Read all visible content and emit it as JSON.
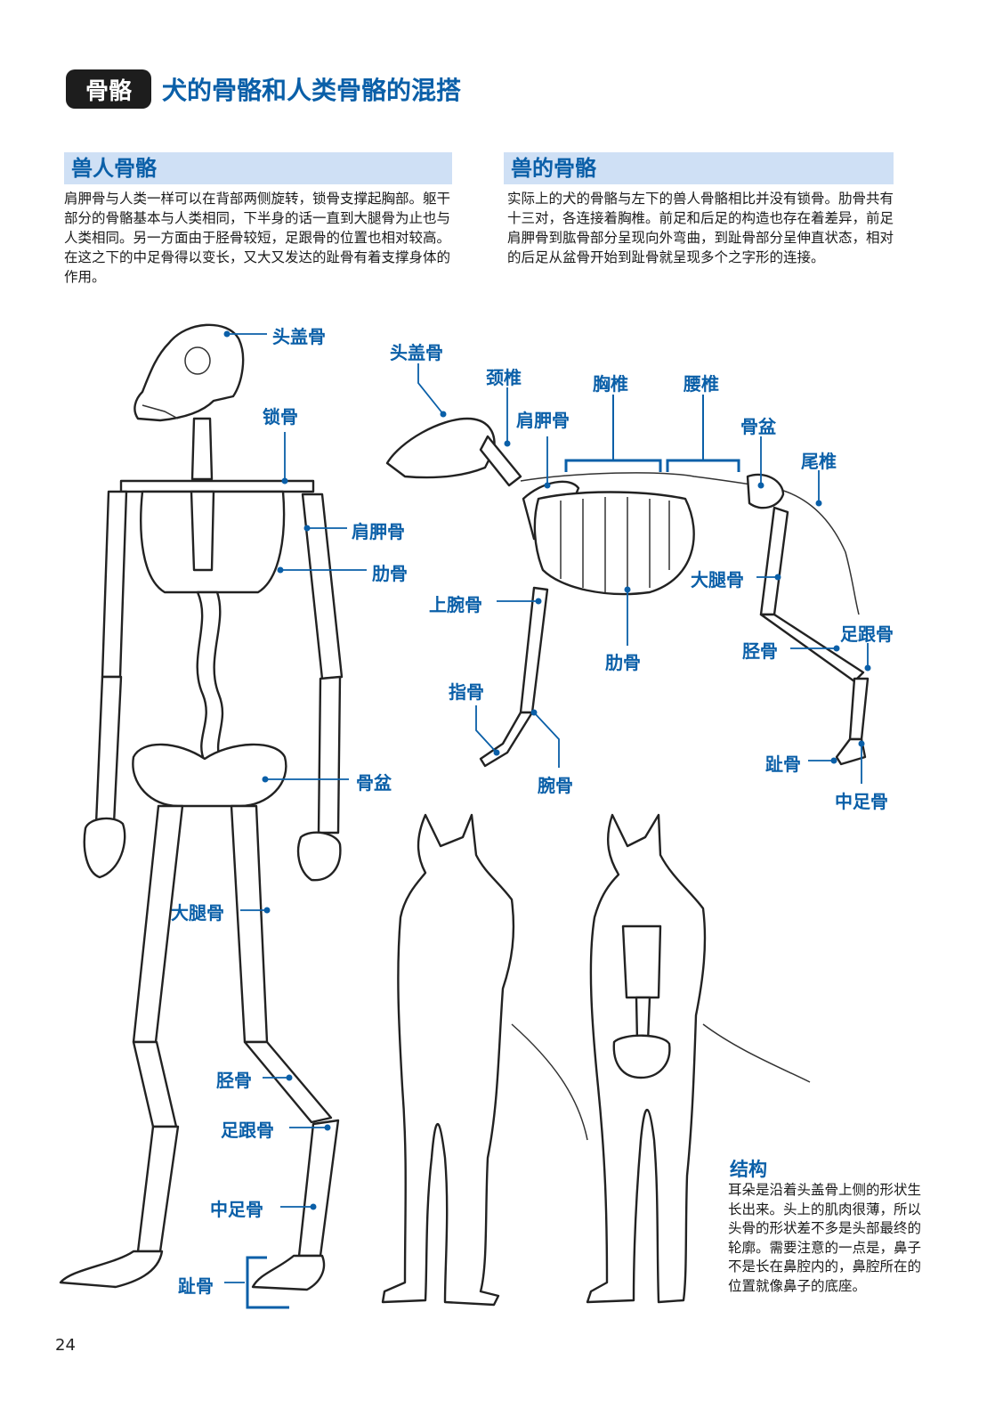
{
  "header": {
    "tag": "骨骼",
    "title": "犬的骨骼和人类骨骼的混搭"
  },
  "left_section": {
    "title": "兽人骨骼",
    "body": "肩胛骨与人类一样可以在背部两侧旋转，锁骨支撑起胸部。躯干部分的骨骼基本与人类相同，下半身的话一直到大腿骨为止也与人类相同。另一方面由于胫骨较短，足跟骨的位置也相对较高。在这之下的中足骨得以变长，又大又发达的趾骨有着支撑身体的作用。"
  },
  "right_section": {
    "title": "兽的骨骼",
    "body": "实际上的犬的骨骼与左下的兽人骨骼相比并没有锁骨。肋骨共有十三对，各连接着胸椎。前足和后足的构造也存在着差异，前足肩胛骨到肱骨部分呈现向外弯曲，到趾骨部分呈伸直状态，相对的后足从盆骨开始到趾骨就呈现多个之字形的连接。"
  },
  "human_labels": {
    "skull": "头盖骨",
    "clavicle": "锁骨",
    "scapula": "肩胛骨",
    "rib": "肋骨",
    "pelvis": "骨盆",
    "femur": "大腿骨",
    "tibia": "胫骨",
    "calcaneus": "足跟骨",
    "metatarsal": "中足骨",
    "phalanx": "趾骨"
  },
  "dog_labels": {
    "skull": "头盖骨",
    "cervical": "颈椎",
    "thoracic": "胸椎",
    "lumbar": "腰椎",
    "scapula": "肩胛骨",
    "pelvis": "骨盆",
    "tail": "尾椎",
    "femur": "大腿骨",
    "humerus": "上腕骨",
    "rib": "肋骨",
    "calcaneus": "足跟骨",
    "tibia": "胫骨",
    "finger": "指骨",
    "wrist": "腕骨",
    "phalanx": "趾骨",
    "metatarsal": "中足骨"
  },
  "note": {
    "title": "结构",
    "body": "耳朵是沿着头盖骨上侧的形状生长出来。头上的肌肉很薄，所以头骨的形状差不多是头部最终的轮廓。需要注意的一点是，鼻子不是长在鼻腔内的，鼻腔所在的位置就像鼻子的底座。"
  },
  "page_number": "24",
  "colors": {
    "accent": "#0a5fa8",
    "header_bg": "#cfe0f5",
    "tag_bg": "#1d1d1d"
  }
}
